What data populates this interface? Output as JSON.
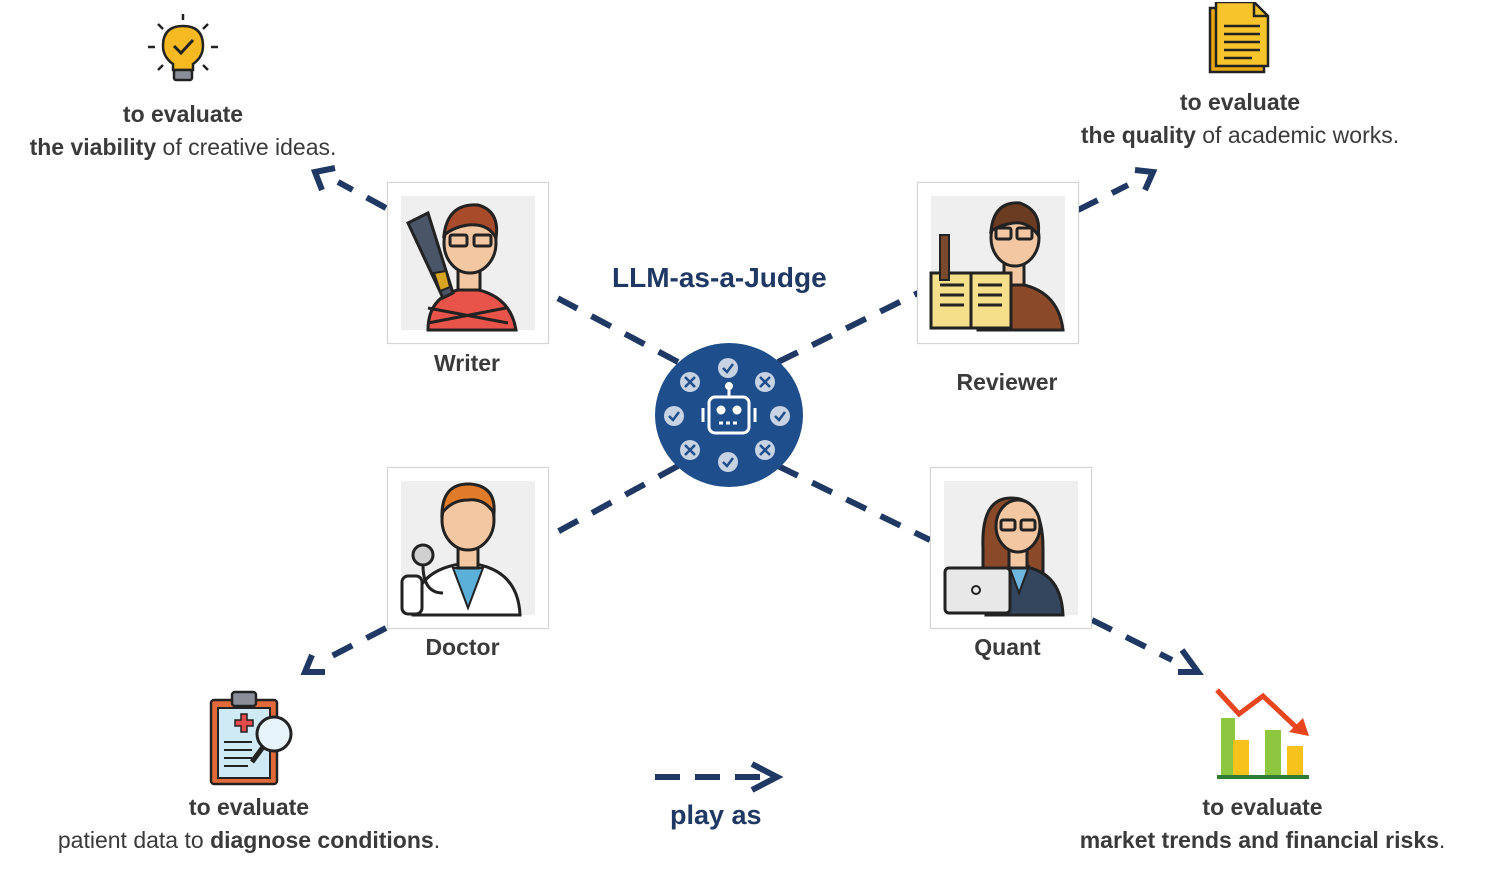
{
  "title": "LLM-as-a-Judge",
  "center": {
    "icon": "robot-icon",
    "marks": [
      "check",
      "cross",
      "check",
      "cross",
      "check",
      "cross",
      "check",
      "cross"
    ]
  },
  "roles": [
    {
      "id": "writer",
      "label": "Writer",
      "icon": "writer-icon"
    },
    {
      "id": "reviewer",
      "label": "Reviewer",
      "icon": "reviewer-icon"
    },
    {
      "id": "doctor",
      "label": "Doctor",
      "icon": "doctor-icon"
    },
    {
      "id": "quant",
      "label": "Quant",
      "icon": "quant-icon"
    }
  ],
  "tasks": {
    "writer": {
      "line1": "to evaluate",
      "bold": "the viability",
      "rest": " of creative ideas.",
      "icon": "lightbulb-icon"
    },
    "reviewer": {
      "line1": "to evaluate",
      "bold": "the quality",
      "rest": " of academic works.",
      "icon": "document-icon"
    },
    "doctor": {
      "line1": "to evaluate",
      "pre": "patient data to ",
      "bold": "diagnose conditions",
      "post": ".",
      "icon": "clipboard-icon"
    },
    "quant": {
      "line1": "to evaluate",
      "bold": "market trends and financial risks",
      "post": ".",
      "icon": "chart-down-icon"
    }
  },
  "legend": {
    "label": "play as",
    "icon": "dashed-arrow-icon"
  },
  "colors": {
    "arrow": "#1f3864",
    "hub": "#1f4e8c",
    "text": "#3a3a3a"
  }
}
